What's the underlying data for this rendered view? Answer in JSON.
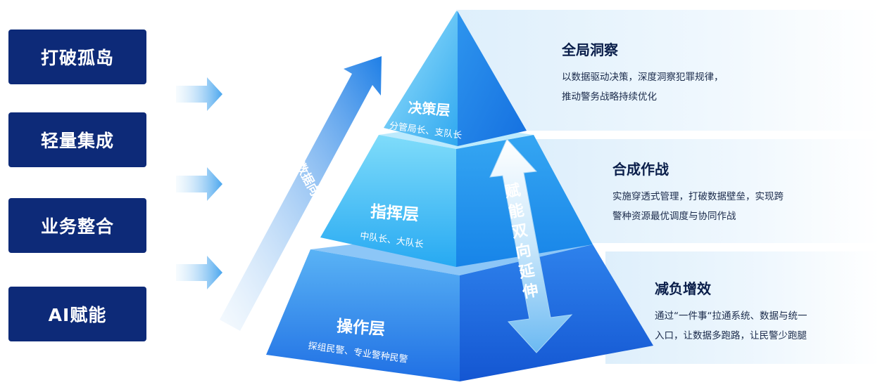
{
  "left_boxes": [
    {
      "label": "打破孤岛"
    },
    {
      "label": "轻量集成"
    },
    {
      "label": "业务整合"
    },
    {
      "label": "AI赋能"
    }
  ],
  "pyramid": {
    "top": {
      "name": "决策层",
      "sub": "分管局长、支队长"
    },
    "middle": {
      "name": "指挥层",
      "sub": "中队长、大队长"
    },
    "bottom": {
      "name": "操作层",
      "sub": "探组民警、专业警种民警"
    }
  },
  "diagonal_arrow_label": "数据向上汇聚",
  "double_arrow_label": "赋能双向延伸",
  "descriptions": [
    {
      "title": "全局洞察",
      "lines": [
        "以数据驱动决策，深度洞察犯罪规律，",
        "推动警务战略持续优化"
      ]
    },
    {
      "title": "合成作战",
      "lines": [
        "实施穿透式管理，打破数据壁垒，实现跨",
        "警种资源最优调度与协同作战"
      ]
    },
    {
      "title": "减负增效",
      "lines": [
        "通过“一件事“拉通系统、数据与统一",
        "入口，让数据多跑路，让民警少跑腿"
      ]
    }
  ],
  "colors": {
    "box": "#0d2a78",
    "pyramid_light": "#6fd0f7",
    "pyramid_dark": "#1e5fe0"
  },
  "icons": [
    "right-arrow-icon",
    "up-right-arrow-icon",
    "double-arrow-icon"
  ]
}
